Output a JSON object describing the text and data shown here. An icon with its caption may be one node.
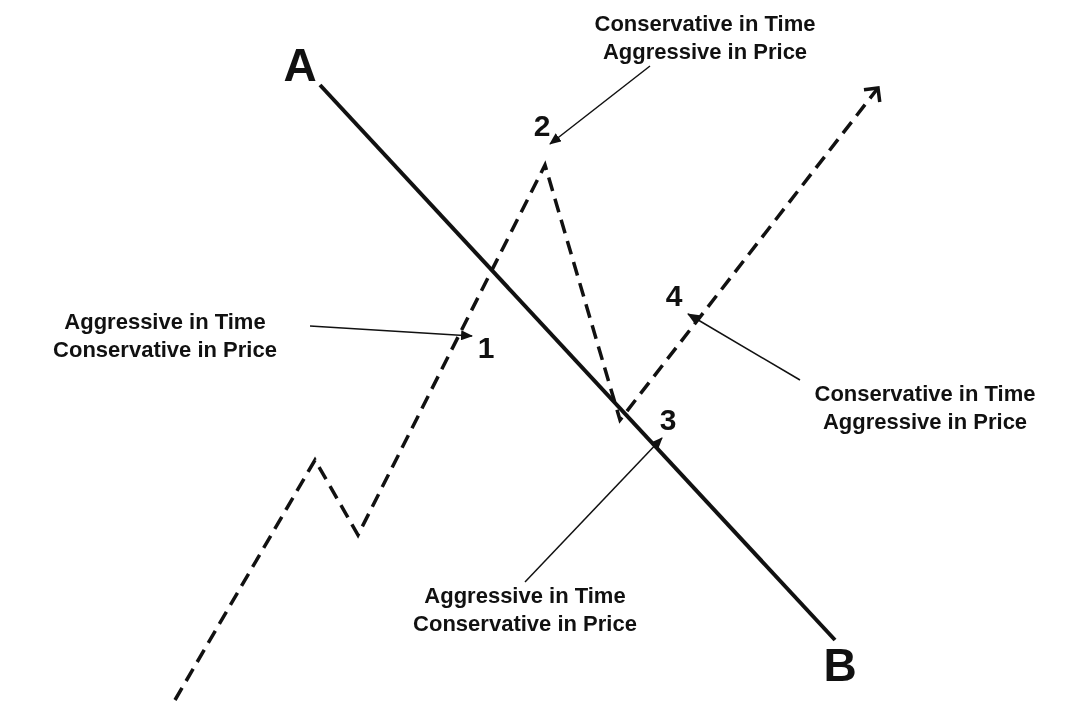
{
  "diagram": {
    "nodes": [
      {
        "text": [
          "Conservative in Time Aggressive in Price"
        ]
      },
      {
        "text": [
          "A"
        ]
      },
      {
        "text": [
          "2"
        ]
      },
      {
        "text": [
          "Aggressive in Time Conservative in Price"
        ]
      },
      {
        "text": [
          "4"
        ]
      },
      {
        "text": [
          "1"
        ]
      },
      {
        "text": [
          "Conservative in Time Aggressive in Price"
        ]
      },
      {
        "text": [
          "3"
        ]
      },
      {
        "text": [
          "Aggressive in Time Conservative in Price"
        ]
      },
      {
        "text": [
          "B"
        ]
      }
    ],
    "edges": [
      {
        "from": 0,
        "to": 2,
        "arrow": "to"
      },
      {
        "from": 3,
        "to": 5,
        "arrow": "to"
      },
      {
        "from": 6,
        "to": 4,
        "arrow": "to"
      },
      {
        "from": 8,
        "to": 7,
        "arrow": "to"
      },
      {
        "from": 1,
        "to": 9,
        "arrow": "none",
        "style": "thick"
      }
    ]
  }
}
